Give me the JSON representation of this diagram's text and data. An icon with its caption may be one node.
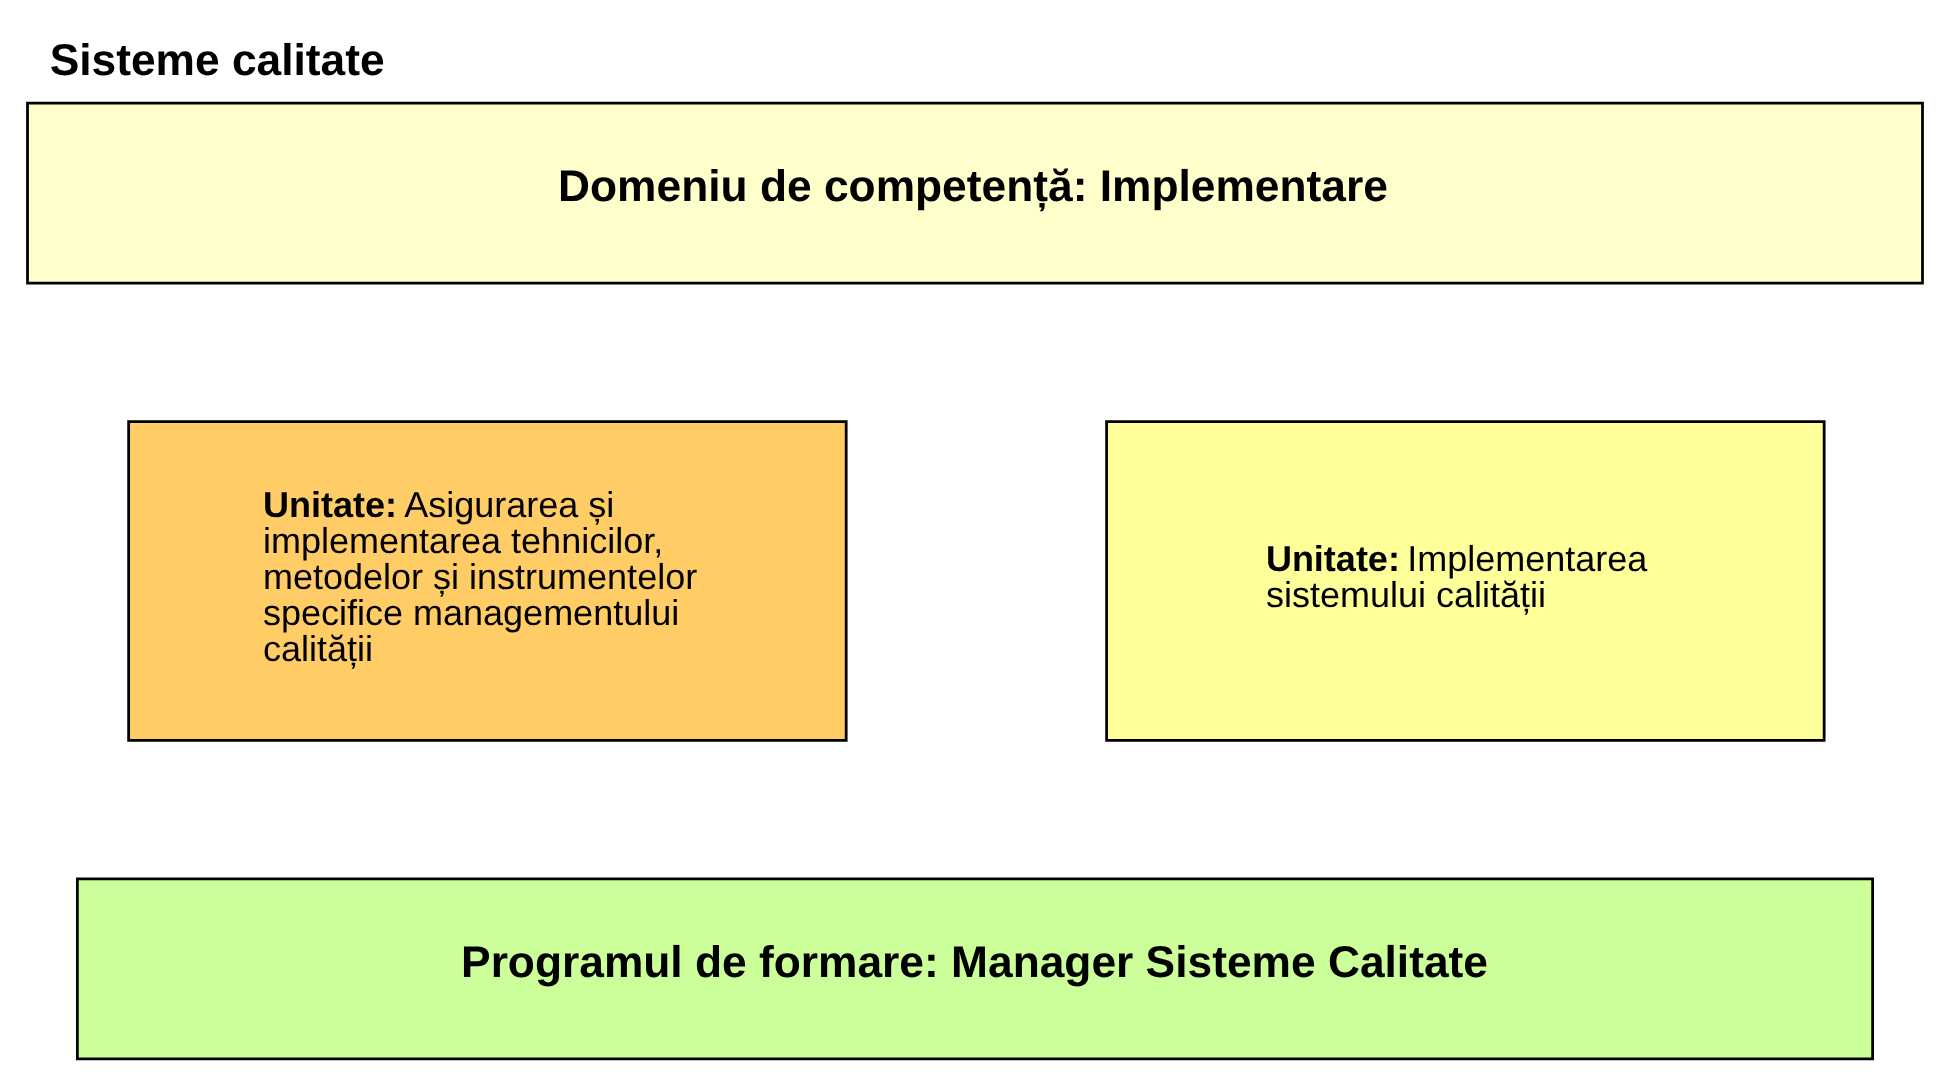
{
  "diagram": {
    "title": "Sisteme calitate",
    "nodes": [
      {
        "text": [
          "Domeniu de competență: Implementare"
        ]
      },
      {
        "text": [
          "**Unitate:** Asigurarea și implementarea tehnicilor, metodelor și instrumentelor specifice managementului calității"
        ]
      },
      {
        "text": [
          "**Unitate:** Implementarea sistemului calității"
        ]
      },
      {
        "text": [
          "Programul de formare: Manager Sisteme Calitate"
        ]
      }
    ]
  }
}
